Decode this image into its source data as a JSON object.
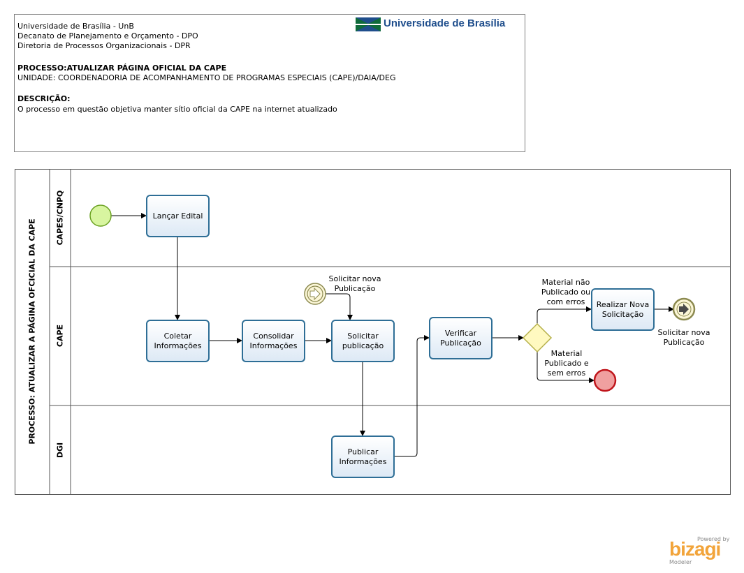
{
  "header": {
    "line1": "Universidade de Brasília - UnB",
    "line2": "Decanato de Planejamento e Orçamento - DPO",
    "line3": "Diretoria de Processos Organizacionais - DPR",
    "process": "PROCESSO:ATUALIZAR PÁGINA OFICIAL DA CAPE",
    "unit": "UNIDADE: COORDENADORIA DE ACOMPANHAMENTO DE PROGRAMAS ESPECIAIS (CAPE)/DAIA/DEG",
    "description_label": "DESCRIÇÃO:",
    "description": "O processo em questão objetiva manter sítio oficial da CAPE na internet atualizado",
    "logo_text": "Universidade de Brasília"
  },
  "pool": {
    "label": "PROCESSO: ATUALIZAR A PÁGINA OFCICIAL DA CAPE",
    "lanes": [
      "CAPES/CNPQ",
      "CAPE",
      "DGI"
    ]
  },
  "tasks": {
    "lancar_edital": "Lançar Edital",
    "coletar": "Coletar\nInformações",
    "consolidar": "Consolidar\nInformações",
    "solicitar": "Solicitar\npublicação",
    "publicar": "Publicar\nInformações",
    "verificar": "Verificar\nPublicação",
    "realizar": "Realizar Nova\nSolicitação"
  },
  "labels": {
    "intermediate_event": "Solicitar nova\nPublicação",
    "end_event_message": "Solicitar nova\nPublicação",
    "flow_not_published": "Material não\nPublicado ou\ncom erros",
    "flow_published": "Material\nPublicado e\nsem erros"
  },
  "branding": {
    "powered_by": "Powered by",
    "product": "bizagi",
    "edition": "Modeler"
  },
  "colors": {
    "task_border": "#2e6e96",
    "start_fill": "#d8f5a0",
    "start_stroke": "#6aa121",
    "end_fill": "#f0a0a0",
    "end_stroke": "#c0151b",
    "gateway_fill": "#fff9c0",
    "gateway_stroke": "#b5b04a",
    "event_fill": "#fbf6d7",
    "event_stroke": "#8c8a50"
  }
}
